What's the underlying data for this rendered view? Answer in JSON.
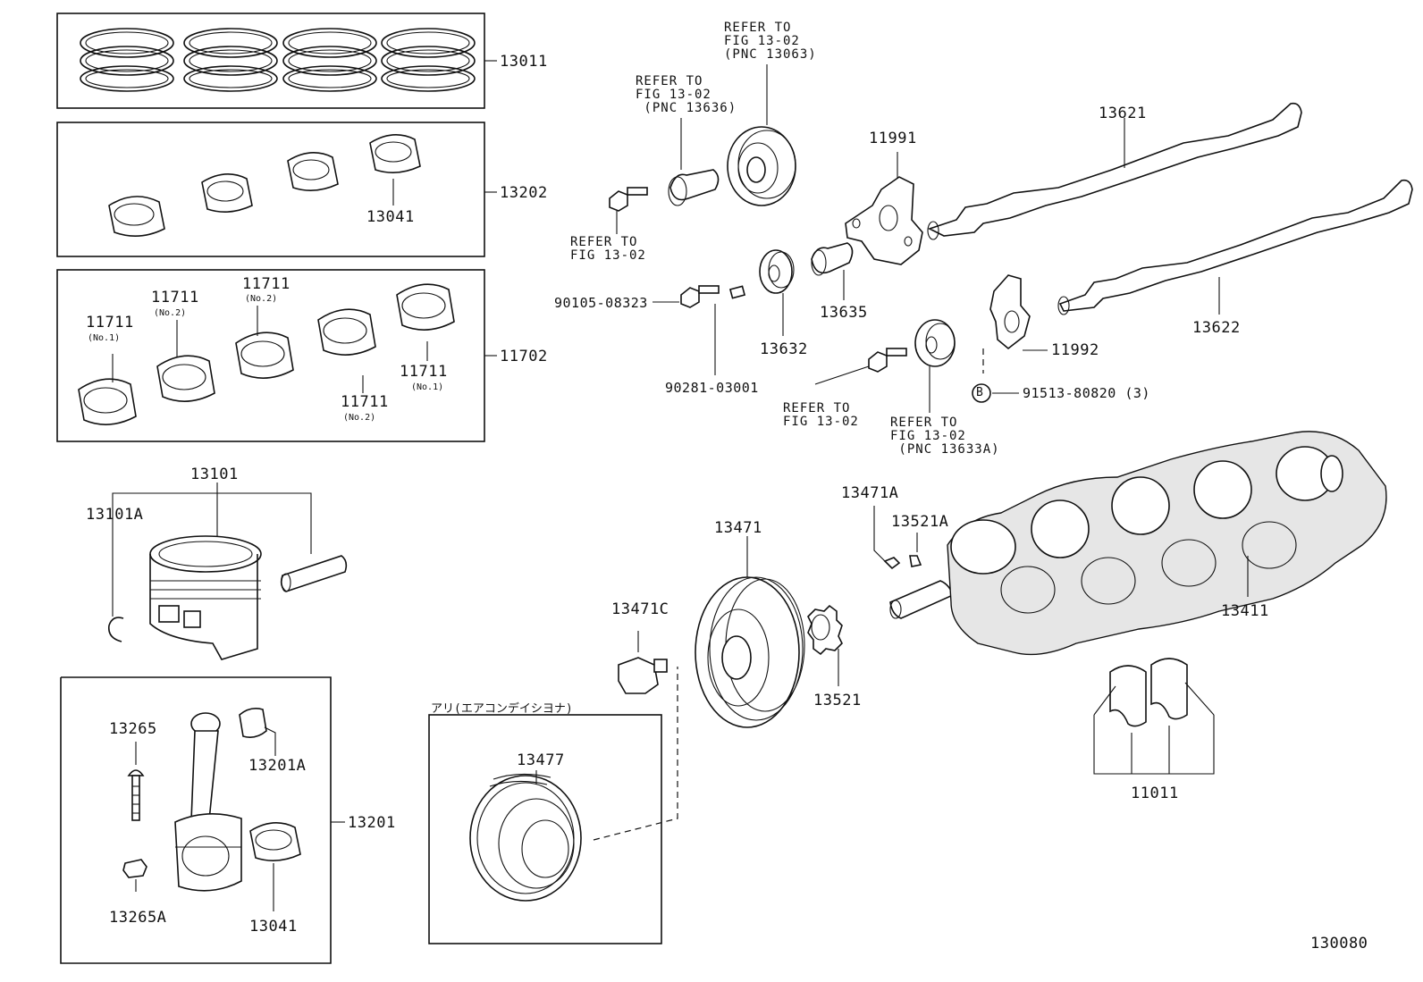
{
  "diagram_id": "130080",
  "labels": {
    "ring_set": "13011",
    "bearing_set_rod": "13202",
    "bearing_13041_top": "13041",
    "main_bearing_set": "11702",
    "mb_1": "11711",
    "mb_1_sub": "(No.1)",
    "mb_2": "11711",
    "mb_2_sub": "(No.2)",
    "mb_3": "11711",
    "mb_3_sub": "(No.2)",
    "mb_4": "11711",
    "mb_4_sub": "(No.2)",
    "mb_5": "11711",
    "mb_5_sub": "(No.1)",
    "piston": "13101",
    "snap_ring": "13101A",
    "rod_assembly": "13201",
    "rod_bolt": "13265",
    "rod_nut": "13265A",
    "bushing": "13201A",
    "bearing_13041_bottom": "13041",
    "ac_caption": "アリ(エアコンデイシヨナ)",
    "pulley_ac": "13477",
    "pulley_bolt": "13471C",
    "crank_pulley": "13471",
    "key_a": "13471A",
    "key_b": "13521A",
    "crank_gear": "13521",
    "crankshaft": "13411",
    "thrust_washer": "11011",
    "camshaft_1": "13621",
    "camshaft_2": "13622",
    "bearing_cap_1": "11991",
    "bearing_cap_2": "11992",
    "bolt_91513": "91513-80820 (3)",
    "bolt_marker": "B",
    "bolt_90105": "90105-08323",
    "pin_90281": "90281-03001",
    "gear_13632": "13632",
    "sleeve_13635": "13635",
    "ref_13063": "REFER TO\nFIG 13-02\n(PNC 13063)",
    "ref_13636": "REFER TO\nFIG 13-02\n (PNC 13636)",
    "ref_bolt_top": "REFER TO\nFIG 13-02",
    "ref_bolt_mid": "REFER TO\nFIG 13-02",
    "ref_13633a": "REFER TO\nFIG 13-02\n (PNC 13633A)"
  }
}
